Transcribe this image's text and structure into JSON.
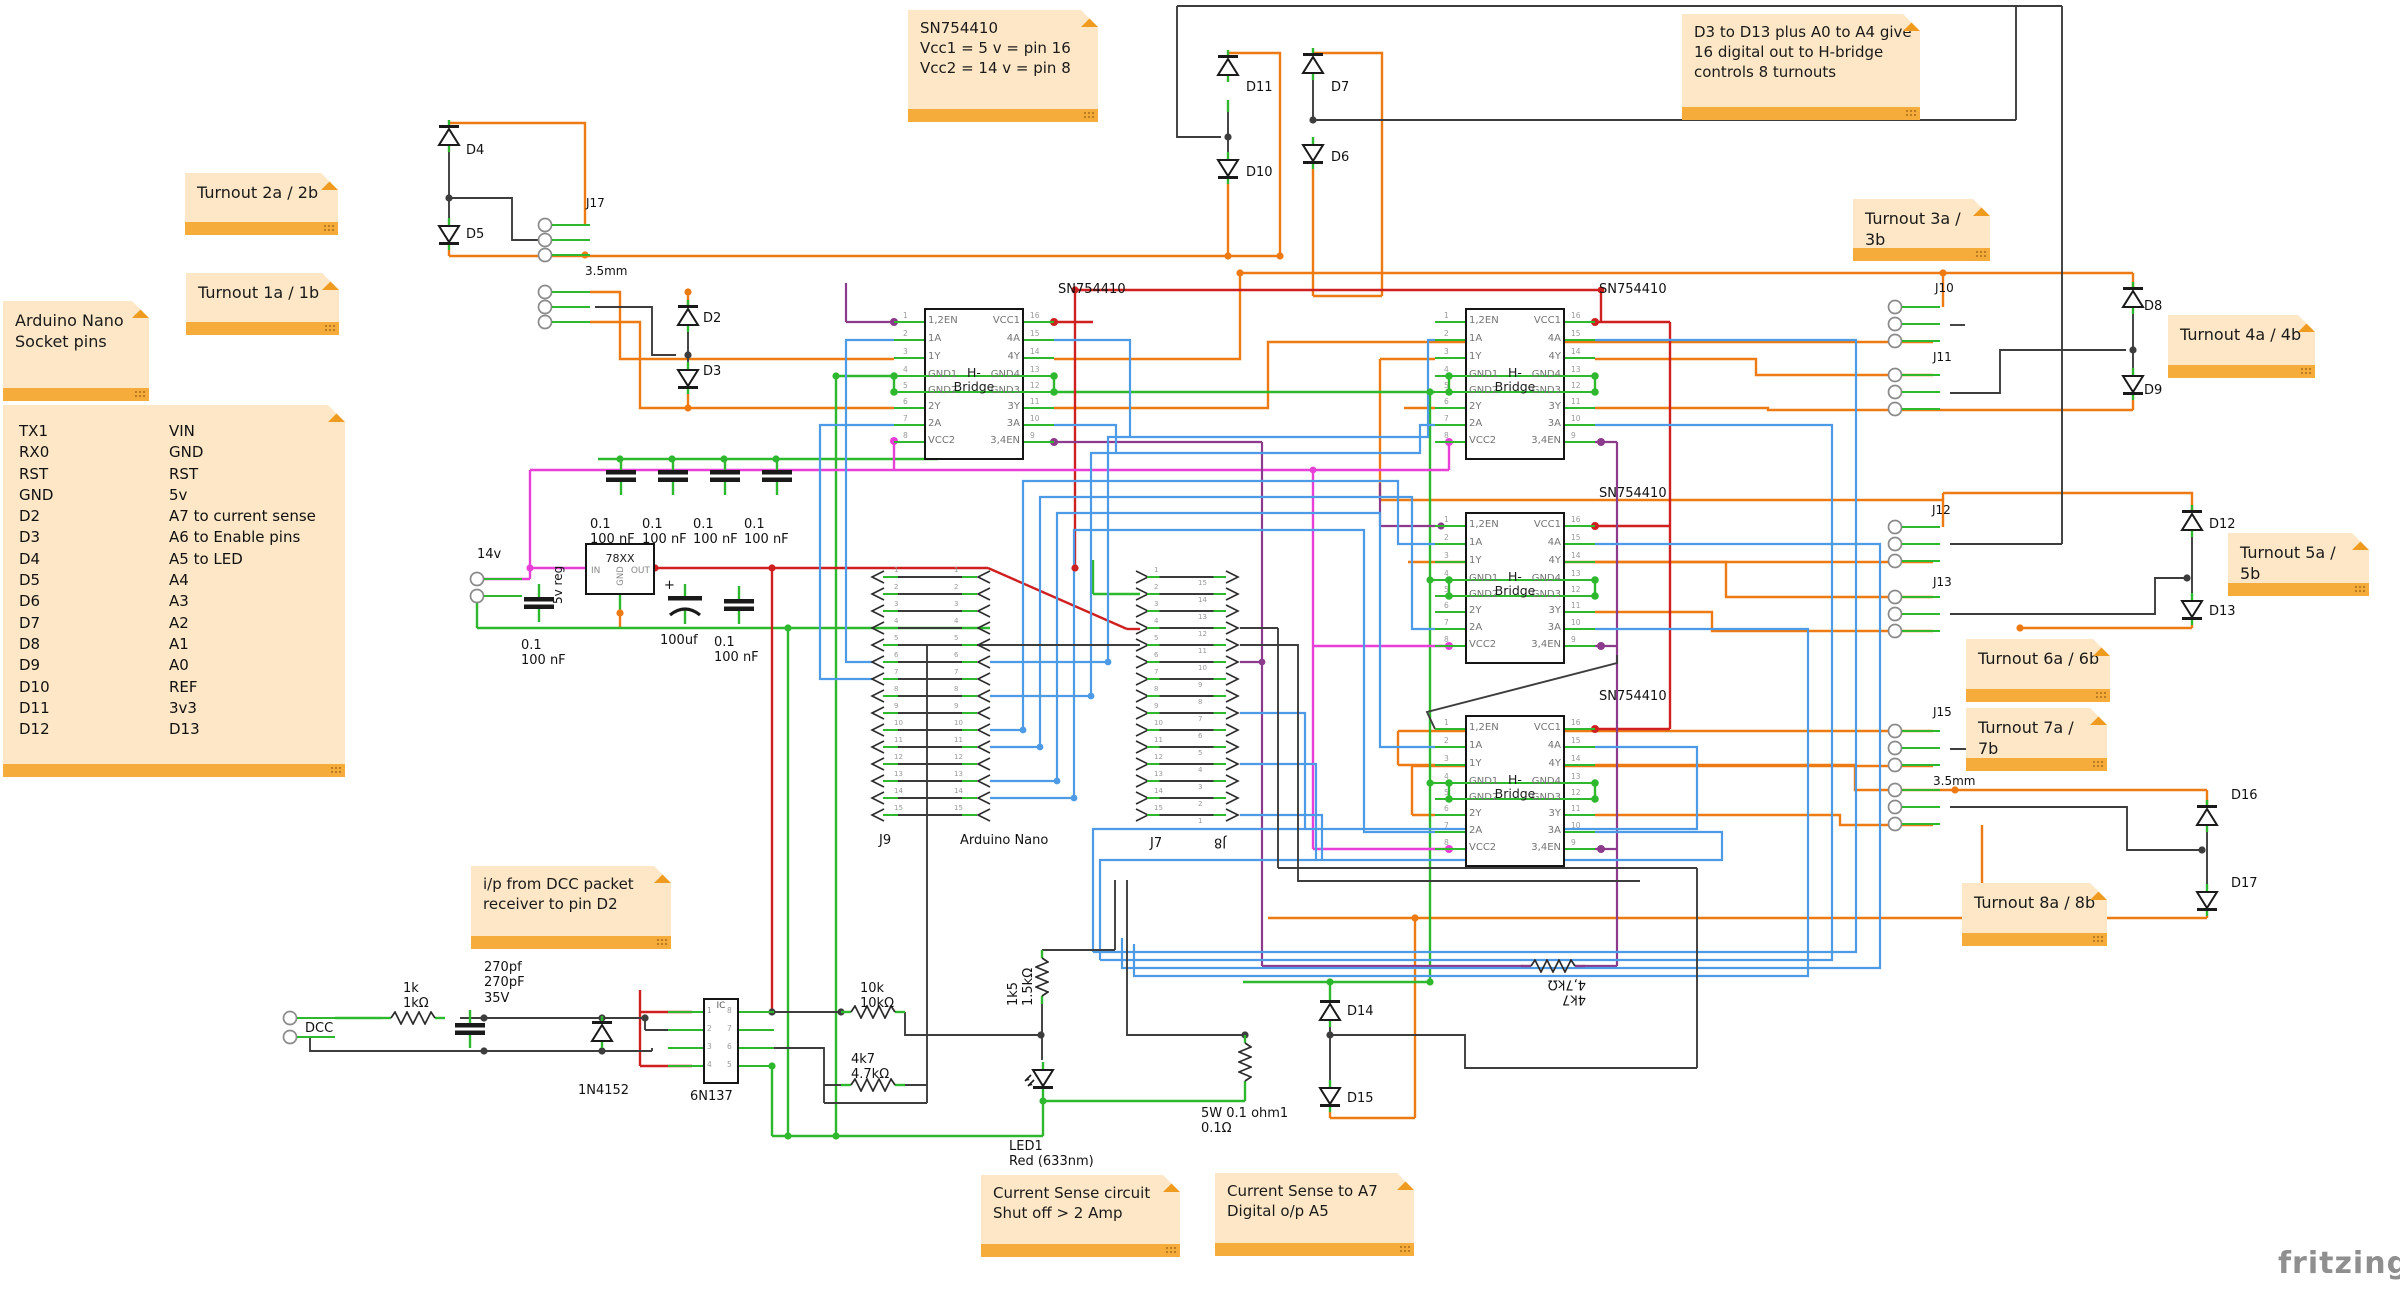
{
  "watermark": "fritzing",
  "notes": {
    "sn754410": "SN754410\nVcc1 = 5 v  = pin 16\nVcc2 = 14 v = pin 8",
    "digital_out": "D3 to D13 plus A0 to A4 give\n16 digital out to H-bridge\ncontrols 8 turnouts",
    "turnout1": "Turnout 1a / 1b",
    "turnout2": "Turnout 2a / 2b",
    "turnout3": "Turnout 3a / 3b",
    "turnout4": "Turnout 4a / 4b",
    "turnout5": "Turnout 5a / 5b",
    "turnout6": "Turnout 6a / 6b",
    "turnout7": "Turnout 7a / 7b",
    "turnout8": "Turnout 8a / 8b",
    "nano_socket": "Arduino  Nano\nSocket pins",
    "dcc_input": "i/p from DCC packet\nreceiver to pin D2",
    "current_sense_circuit": "Current Sense circuit\nShut off  > 2 Amp",
    "current_sense_a7": "Current Sense to A7\nDigital o/p A5"
  },
  "pin_list": {
    "left": [
      "TX1",
      "RX0",
      "RST",
      "GND",
      "D2",
      "D3",
      "D4",
      "D5",
      "D6",
      "D7",
      "D8",
      "D9",
      "D10",
      "D11",
      "D12"
    ],
    "right": [
      "VIN",
      "GND",
      "RST",
      "5v",
      "A7 to current sense",
      "A6 to Enable pins",
      "A5 to LED",
      "A4",
      "A3",
      "A2",
      "A1",
      "A0",
      "REF",
      "3v3",
      "D13"
    ]
  },
  "ic": {
    "title": "SN754410",
    "center": "H-\nBridge",
    "left": [
      "1,2EN",
      "1A",
      "1Y",
      "GND1",
      "GND2",
      "2Y",
      "2A",
      "VCC2"
    ],
    "right": [
      "VCC1",
      "4A",
      "4Y",
      "GND4",
      "GND3",
      "3Y",
      "3A",
      "3,4EN"
    ],
    "left_nums": [
      "1",
      "2",
      "3",
      "4",
      "5",
      "6",
      "7",
      "8"
    ],
    "right_nums": [
      "16",
      "15",
      "14",
      "13",
      "12",
      "11",
      "10",
      "9"
    ]
  },
  "headers": {
    "j9": {
      "label": "J9",
      "sublabel": "Arduino Nano",
      "rows": 15,
      "left_nums": [
        "1",
        "2",
        "3",
        "4",
        "5",
        "6",
        "7",
        "8",
        "9",
        "10",
        "11",
        "12",
        "13",
        "14",
        "15"
      ],
      "right_nums": [
        "1",
        "2",
        "3",
        "4",
        "5",
        "6",
        "7",
        "8",
        "9",
        "10",
        "11",
        "12",
        "13",
        "14",
        "15"
      ]
    },
    "j7": {
      "label": "J7",
      "label2": "J8",
      "rows": 15,
      "left_nums": [
        "1",
        "2",
        "3",
        "4",
        "5",
        "6",
        "7",
        "8",
        "9",
        "10",
        "11",
        "12",
        "13",
        "14",
        "15"
      ],
      "right_nums": [
        "15",
        "14",
        "13",
        "12",
        "11",
        "10",
        "9",
        "8",
        "7",
        "6",
        "5",
        "4",
        "3",
        "2",
        "1"
      ]
    }
  },
  "opto": {
    "name": "6N137",
    "chip_label": "IC",
    "left_pins": [
      "1",
      "2",
      "3",
      "4"
    ],
    "right_pins": [
      "8",
      "7",
      "6",
      "5"
    ]
  },
  "labels": {
    "d2": "D2",
    "d3": "D3",
    "d4": "D4",
    "d5": "D5",
    "d6": "D6",
    "d7": "D7",
    "d8": "D8",
    "d9": "D9",
    "d10": "D10",
    "d11": "D11",
    "d12": "D12",
    "d13": "D13",
    "d14": "D14",
    "d15": "D15",
    "d16": "D16",
    "d17": "D17",
    "n4152": "1N4152",
    "j17": "J17",
    "j10": "J10",
    "j11": "J11",
    "j12": "J12",
    "j13": "J13",
    "j15": "J15",
    "mm_a": "3.5mm",
    "mm_b": "3.5mm",
    "v14": "14v",
    "dcc": "DCC",
    "r1k": "1k\n1kΩ",
    "c270": "270pf\n270pF\n35V",
    "r10k": "10k\n10kΩ",
    "r4k7": "4k7\n4.7kΩ",
    "r4k7b": "4k7\n4,7kΩ",
    "r1k5": "1k5\n1.5kΩ",
    "r5w": "5W 0.1 ohm1\n0.1Ω",
    "led1": "LED1\nRed (633nm)",
    "cap01": "0.1\n100 nF",
    "cap100": "100uf",
    "plus": "+",
    "reg": "78XX",
    "reg_in": "IN",
    "reg_out": "OUT",
    "reg_gnd": "GND",
    "reg_side": "5v reg"
  },
  "colors": {
    "orange": "#ed7a12",
    "green": "#2eb82e",
    "blue": "#4d9be6",
    "red": "#cf2020",
    "magenta": "#e83fd8",
    "purple": "#8c3a8c",
    "black": "#3d3d3d",
    "note_bg": "#fde7c6",
    "note_bar": "#f6ac3a"
  }
}
